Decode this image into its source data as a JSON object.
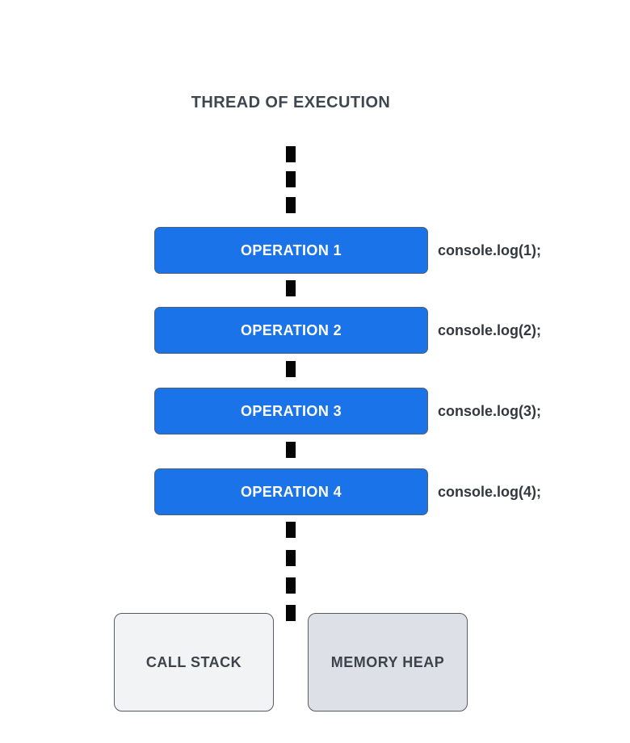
{
  "title": "THREAD OF EXECUTION",
  "operations": [
    {
      "label": "OPERATION 1",
      "code": "console.log(1);"
    },
    {
      "label": "OPERATION 2",
      "code": "console.log(2);"
    },
    {
      "label": "OPERATION 3",
      "code": "console.log(3);"
    },
    {
      "label": "OPERATION 4",
      "code": "console.log(4);"
    }
  ],
  "bottom": {
    "call_stack_label": "CALL STACK",
    "memory_heap_label": "MEMORY HEAP"
  },
  "colors": {
    "operation_fill": "#1a73e8",
    "operation_text": "#ffffff",
    "dash": "#050505",
    "title_text": "#3e4750",
    "code_text": "#33383f",
    "call_stack_fill": "#f1f3f5",
    "memory_heap_fill": "#dde1e7",
    "box_border": "#565b63"
  }
}
